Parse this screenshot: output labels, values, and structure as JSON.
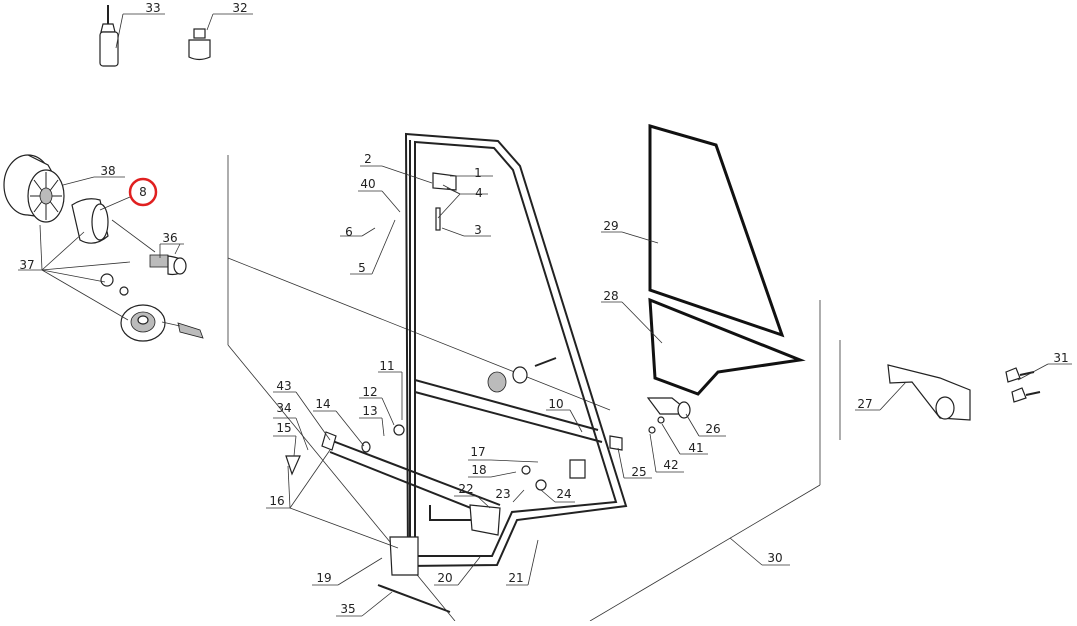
{
  "highlight": {
    "label": "8",
    "color": "#e02020"
  },
  "callouts": [
    {
      "id": "c33",
      "label": "33"
    },
    {
      "id": "c32",
      "label": "32"
    },
    {
      "id": "c38",
      "label": "38"
    },
    {
      "id": "c36",
      "label": "36"
    },
    {
      "id": "c37",
      "label": "37"
    },
    {
      "id": "c2",
      "label": "2"
    },
    {
      "id": "c1",
      "label": "1"
    },
    {
      "id": "c40",
      "label": "40"
    },
    {
      "id": "c4",
      "label": "4"
    },
    {
      "id": "c6",
      "label": "6"
    },
    {
      "id": "c3",
      "label": "3"
    },
    {
      "id": "c5",
      "label": "5"
    },
    {
      "id": "c29",
      "label": "29"
    },
    {
      "id": "c28",
      "label": "28"
    },
    {
      "id": "c31",
      "label": "31"
    },
    {
      "id": "c27",
      "label": "27"
    },
    {
      "id": "c11",
      "label": "11"
    },
    {
      "id": "c43",
      "label": "43"
    },
    {
      "id": "c12",
      "label": "12"
    },
    {
      "id": "c10",
      "label": "10"
    },
    {
      "id": "c34",
      "label": "34"
    },
    {
      "id": "c14",
      "label": "14"
    },
    {
      "id": "c13",
      "label": "13"
    },
    {
      "id": "c26",
      "label": "26"
    },
    {
      "id": "c15",
      "label": "15"
    },
    {
      "id": "c41",
      "label": "41"
    },
    {
      "id": "c17",
      "label": "17"
    },
    {
      "id": "c42",
      "label": "42"
    },
    {
      "id": "c18",
      "label": "18"
    },
    {
      "id": "c25",
      "label": "25"
    },
    {
      "id": "c22",
      "label": "22"
    },
    {
      "id": "c23",
      "label": "23"
    },
    {
      "id": "c24",
      "label": "24"
    },
    {
      "id": "c16",
      "label": "16"
    },
    {
      "id": "c30",
      "label": "30"
    },
    {
      "id": "c19",
      "label": "19"
    },
    {
      "id": "c20",
      "label": "20"
    },
    {
      "id": "c21",
      "label": "21"
    },
    {
      "id": "c35",
      "label": "35"
    }
  ]
}
